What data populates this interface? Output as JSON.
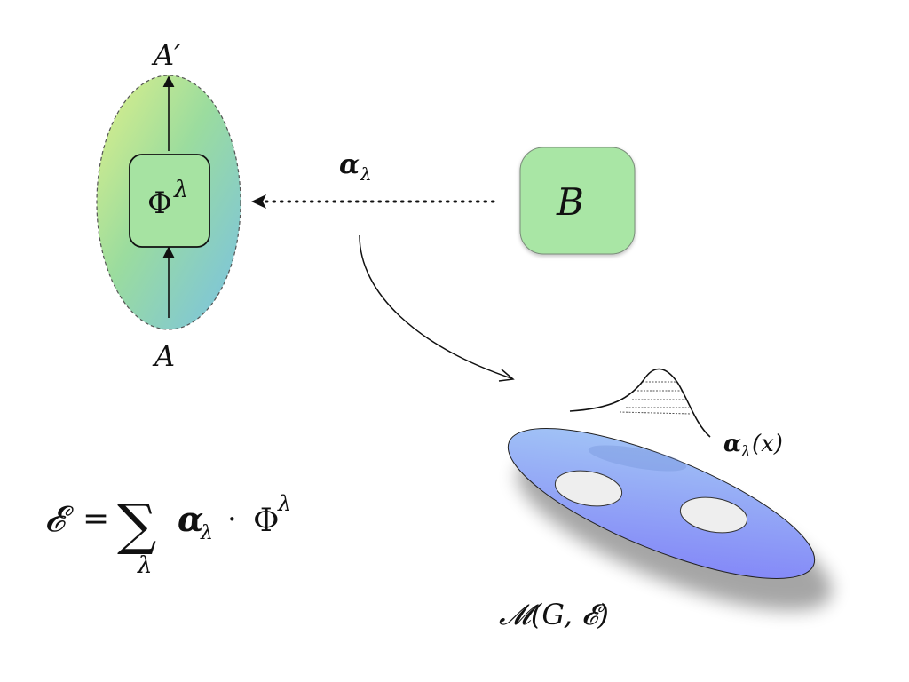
{
  "labels": {
    "top_output": "A′",
    "bottom_input": "A",
    "channel": "Φ",
    "channel_super": "λ",
    "source_box": "B",
    "alpha_arrow_main": "α",
    "alpha_arrow_sub": "λ",
    "alpha_x_main": "α",
    "alpha_x_sub": "λ",
    "alpha_x_arg": "(x)",
    "moduli_label": "𝓜(G, 𝓔)"
  },
  "equation": {
    "lhs": "𝓔",
    "equals": "=",
    "sum": "∑",
    "sum_index": "λ",
    "alpha": "α",
    "alpha_sub": "λ",
    "dot": "·",
    "phi": "Φ",
    "phi_super": "λ"
  },
  "colors": {
    "ellipse_top": "#dff08a",
    "ellipse_mid": "#9bdc9e",
    "ellipse_bottom": "#79c1e4",
    "box_fill": "#a6e3a2",
    "source_fill": "#a9e6a5",
    "source_border": "#7a8c7a",
    "manifold_top": "#a6cdf5",
    "manifold_bottom": "#7f7ef8",
    "hole_fill": "#eeeeee"
  }
}
